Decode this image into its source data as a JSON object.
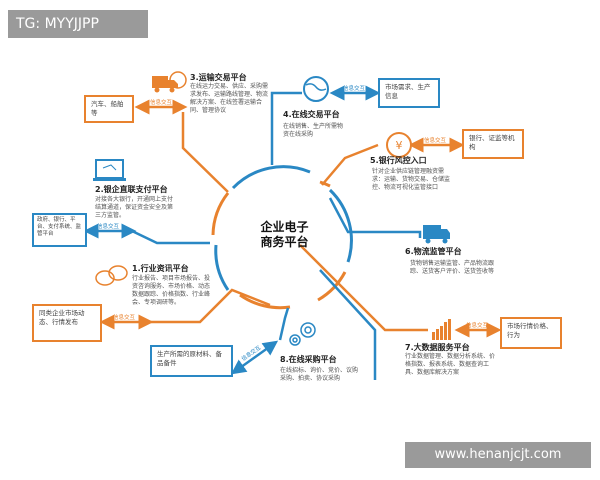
{
  "tag": "TG: MYYJJPP",
  "watermark": "www.henanjcjt.com",
  "center": {
    "line1": "企业电子",
    "line2": "商务平台"
  },
  "exchange_label": "信息交互",
  "colors": {
    "orange": "#e8822e",
    "blue": "#2a88c4"
  },
  "nodes": [
    {
      "title": "1.行业资讯平台",
      "desc": "行业报告、项目市场报告、投资咨询服务、市场价格、动态数据跟踪、价格指数、行业峰会、专项调研等。",
      "partner": "同类企业市场动态、行情发布",
      "icon": "chat-bubbles-icon"
    },
    {
      "title": "2.银企直联支付平台",
      "desc": "对接各大银行，开通网上支付结算通道，保证资金安全及第三方监管。",
      "partner": "政府、银行、平台、支付系统、监管平台",
      "icon": "laptop-payment-icon"
    },
    {
      "title": "3.运输交易平台",
      "desc": "在线运力交易、供应、采购需求发布、运输路线管理、物流解决方案、在线签署运输合同、管理协议",
      "partner": "汽车、船舶等",
      "icon": "truck-globe-icon"
    },
    {
      "title": "4.在线交易平台",
      "desc": "在线销售、生产所需物资在线采购",
      "partner": "市场需求、生产信息",
      "icon": "globe-icon"
    },
    {
      "title": "5.银行风控入口",
      "desc": "针对企业供应链管理融资需求：运输、货物交易、仓储监控、物流可视化监管接口",
      "partner": "银行、证监等机构",
      "icon": "yen-icon"
    },
    {
      "title": "6.物流监管平台",
      "desc": "货物销售运输监管、产品物流跟踪、送货客户评价、送货签收等",
      "icon": "delivery-truck-icon"
    },
    {
      "title": "7.大数据服务平台",
      "desc": "行业数据管理、数据分析系统、价格指数、报表系统、数据查询工具、数据库解决方案",
      "partner": "市场行情价格、行为",
      "icon": "bar-chart-icon"
    },
    {
      "title": "8.在线采购平台",
      "desc": "在线招标、询价、竞价、议购采购、拍卖、协议采购",
      "partner": "生产所需的原材料、备品备件",
      "icon": "gears-icon"
    }
  ]
}
